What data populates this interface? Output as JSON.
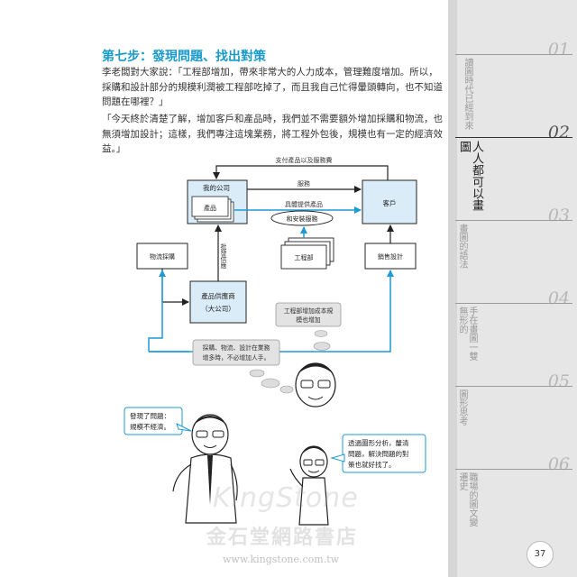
{
  "heading": "第七步：發現問題、找出對策",
  "paragraph1": "李老闆對大家說：「工程部增加，帶來非常大的人力成本，管理難度增加。所以，採購和設計部分的規模利潤被工程部吃掉了，而且我自己忙得暈頭轉向，也不知道問題在哪裡？」",
  "paragraph2": "「今天終於清楚了解，增加客戶和產品時，我們並不需要額外增加採購和物流，也無須增加設計；這樣，我們專注這塊業務，將工程外包後，規模也有一定的經濟效益。」",
  "diagram": {
    "top_arrow": "支付產品以及服務費",
    "company": "我的公司",
    "product": "產品",
    "customer": "客戶",
    "service": "服務",
    "provide_product": "具體提供產品",
    "install_service": "和安裝服務",
    "logistics": "物流採購",
    "engineering": "工程部",
    "sales_design": "銷售設計",
    "wholesale": "批發供應",
    "supplier_line1": "產品供應商",
    "supplier_line2": "（大公司）",
    "bubble_engineering_line1": "工程部增加成本規",
    "bubble_engineering_line2": "模也增加",
    "bubble_scale_line1": "採購、物流、設計在業務",
    "bubble_scale_line2": "增多時，不必增加人手。",
    "speech_left_line1": "發現了問題：",
    "speech_left_line2": "規模不經濟。",
    "speech_right_line1": "透過圖形分析，釐清",
    "speech_right_line2": "問題，解決問題的對",
    "speech_right_line3": "策也就好找了。"
  },
  "chapters": [
    {
      "num": "01",
      "title": "讀圖時代已經到來"
    },
    {
      "num": "02",
      "title": "人人都可以畫圖"
    },
    {
      "num": "03",
      "title": "畫圖的語法"
    },
    {
      "num": "04",
      "title": "手在畫圖一雙無形的"
    },
    {
      "num": "05",
      "title": "圖形思考"
    },
    {
      "num": "06",
      "title": "職場的圖文變遷史"
    }
  ],
  "page_number": "37",
  "watermark": {
    "brand": "KingStone",
    "chinese": "金石堂網路書店",
    "url": "www.kingstone.com.tw"
  },
  "colors": {
    "accent": "#1a9acb",
    "box_fill": "#d9ecf7",
    "arrow_blue": "#1f9ad6"
  }
}
